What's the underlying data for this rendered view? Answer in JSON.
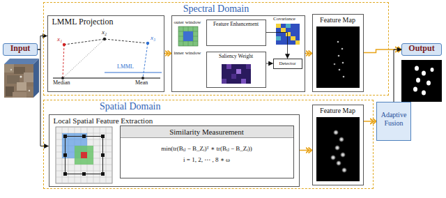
{
  "diagram": {
    "nodes": [
      {
        "text": [
          "Input"
        ]
      },
      {
        "text": [
          "Spectral Domain"
        ]
      },
      {
        "text": [
          "LMML Projection"
        ],
        "in": 1
      },
      {
        "text": [
          "outer window",
          "inner window"
        ],
        "in": 1
      },
      {
        "text": [
          "Feature Enhancement"
        ],
        "in": 3
      },
      {
        "text": [
          "Saliency Weight"
        ],
        "in": 3
      },
      {
        "text": [
          "Detector"
        ],
        "in": 3
      },
      {
        "text": [
          "Feature Map"
        ],
        "in": 1
      },
      {
        "text": [
          "Output"
        ]
      },
      {
        "text": [
          "Spatial Domain"
        ]
      },
      {
        "text": [
          "Local Spatial Feature Extraction"
        ],
        "in": 9
      },
      {
        "text": [
          "Similarity Measurement",
          "min(tr(Bᵢⱼ − B_Zᵢ)ᵀ ∗ tr(Bᵢⱼ − B_Zᵢ))",
          "i = 1, 2, ⋯ , 8 ∗ ω"
        ],
        "in": 10
      },
      {
        "text": [
          "Feature Map"
        ],
        "in": 9
      },
      {
        "text": [
          "Adaptive Fusion"
        ]
      }
    ],
    "edges": [
      {
        "from": 0,
        "to": 2,
        "arrow": "to"
      },
      {
        "from": 0,
        "to": 10,
        "arrow": "to"
      },
      {
        "from": 2,
        "to": 3,
        "arrow": "to"
      },
      {
        "from": 3,
        "to": 7,
        "arrow": "to"
      },
      {
        "from": 4,
        "to": 6,
        "arrow": "to"
      },
      {
        "from": 5,
        "to": 6,
        "arrow": "to"
      },
      {
        "from": 7,
        "to": 8,
        "arrow": "to"
      },
      {
        "from": 10,
        "to": 12,
        "arrow": "to"
      },
      {
        "from": 12,
        "to": 13,
        "arrow": "to"
      },
      {
        "from": 13,
        "to": 8,
        "arrow": "to"
      }
    ],
    "labels": [
      "x₁",
      "x₂",
      "x₃",
      "Median",
      "Mean",
      "LMML",
      "Covariance"
    ]
  }
}
